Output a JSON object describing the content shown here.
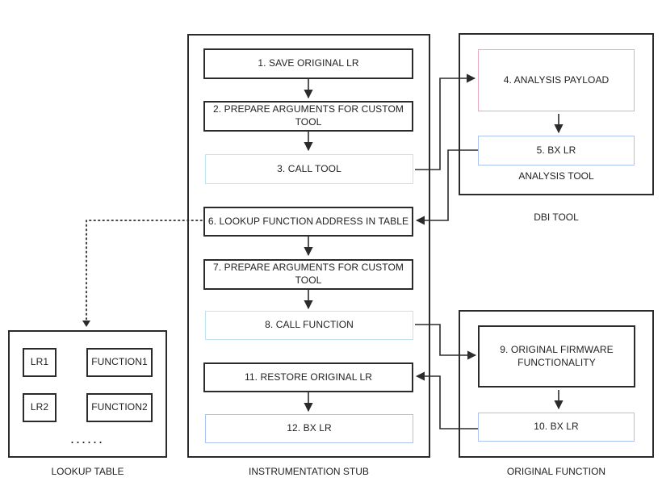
{
  "stub": {
    "caption": "INSTRUMENTATION STUB",
    "steps": [
      "1. SAVE ORIGINAL  LR",
      "2. PREPARE ARGUMENTS FOR CUSTOM TOOL",
      "3. CALL TOOL",
      "6. LOOKUP FUNCTION ADDRESS IN TABLE",
      "7. PREPARE ARGUMENTS FOR CUSTOM TOOL",
      "8. CALL FUNCTION",
      "11. RESTORE ORIGINAL LR",
      "12. BX LR"
    ]
  },
  "dbi": {
    "caption": "DBI TOOL",
    "analysis_caption": "ANALYSIS TOOL",
    "steps": [
      "4. ANALYSIS PAYLOAD",
      "5. BX LR"
    ]
  },
  "original": {
    "caption": "ORIGINAL FUNCTION",
    "steps": [
      "9. ORIGINAL FIRMWARE FUNCTIONALITY",
      "10. BX LR"
    ]
  },
  "lookup": {
    "caption": "LOOKUP TABLE",
    "cells": [
      "LR1",
      "FUNCTION1",
      "LR2",
      "FUNCTION2"
    ],
    "ellipsis": "......"
  },
  "colors": {
    "dark": "#2b2b2b",
    "pink": "#e6a9c1",
    "blue": "#a9c2ef",
    "cyan": "#bfe5ee"
  }
}
